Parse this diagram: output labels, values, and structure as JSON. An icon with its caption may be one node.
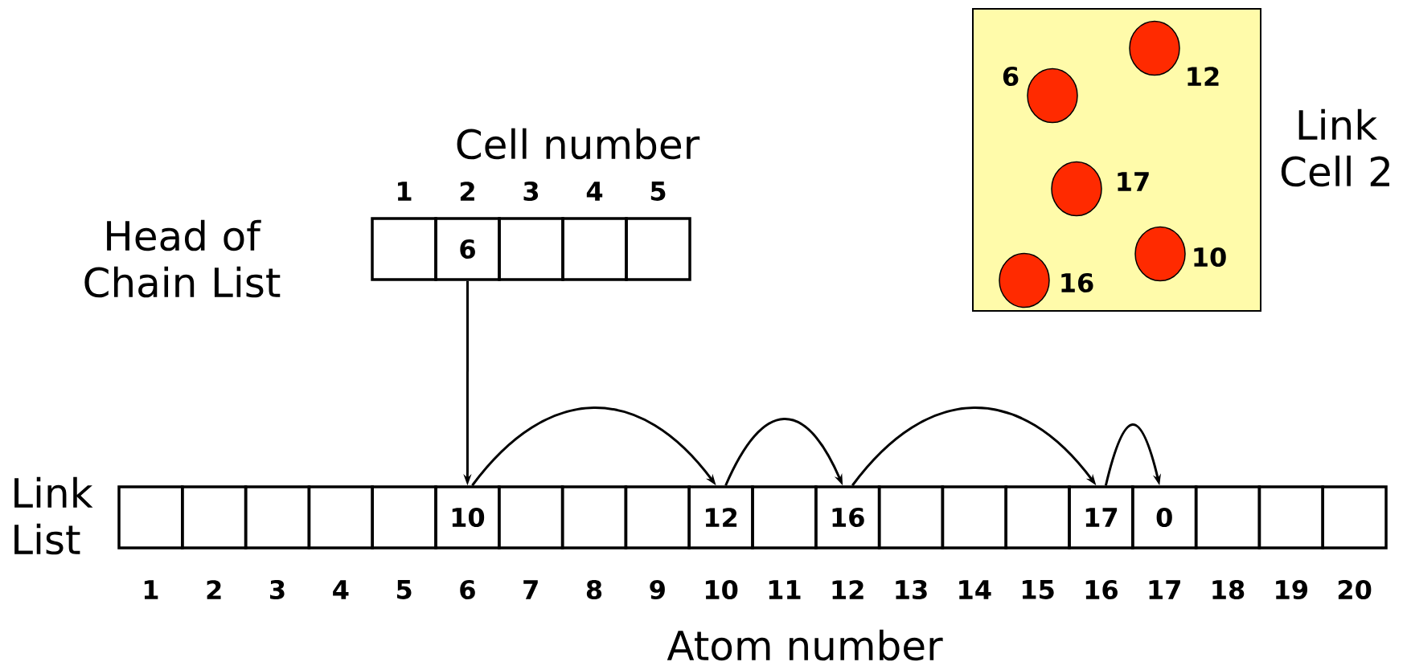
{
  "diagram": {
    "nodes": [
      {
        "text": [
          "Link Cell 2"
        ]
      },
      {
        "text": [],
        "shape": "circle",
        "in": 0,
        "beside": [
          "12"
        ]
      },
      {
        "text": [],
        "shape": "circle",
        "in": 0,
        "beside": [
          "6"
        ]
      },
      {
        "text": [],
        "shape": "circle",
        "in": 0,
        "beside": [
          "17"
        ]
      },
      {
        "text": [],
        "shape": "circle",
        "in": 0,
        "beside": [
          "10"
        ]
      },
      {
        "text": [],
        "shape": "circle",
        "in": 0,
        "beside": [
          "16"
        ]
      },
      {
        "text": [],
        "shape": "box"
      },
      {
        "text": [
          "6"
        ]
      },
      {
        "text": [],
        "shape": "box"
      },
      {
        "text": [],
        "shape": "box"
      },
      {
        "text": [],
        "shape": "box"
      },
      {
        "text": [],
        "shape": "box"
      },
      {
        "text": [],
        "shape": "box"
      },
      {
        "text": [],
        "shape": "box"
      },
      {
        "text": [],
        "shape": "box"
      },
      {
        "text": [],
        "shape": "box"
      },
      {
        "text": [
          "10"
        ]
      },
      {
        "text": [],
        "shape": "box"
      },
      {
        "text": [],
        "shape": "box"
      },
      {
        "text": [],
        "shape": "box"
      },
      {
        "text": [
          "12"
        ]
      },
      {
        "text": [],
        "shape": "box"
      },
      {
        "text": [
          "16"
        ]
      },
      {
        "text": [],
        "shape": "box"
      },
      {
        "text": [],
        "shape": "box"
      },
      {
        "text": [],
        "shape": "box"
      },
      {
        "text": [
          "17"
        ]
      },
      {
        "text": [
          "0"
        ]
      },
      {
        "text": [],
        "shape": "box"
      },
      {
        "text": [],
        "shape": "box"
      },
      {
        "text": [],
        "shape": "box"
      }
    ],
    "edges": [
      {
        "from": 7,
        "to": 16,
        "arrow": "to"
      },
      {
        "from": 16,
        "to": 20,
        "arrow": "to"
      },
      {
        "from": 20,
        "to": 22,
        "arrow": "to"
      },
      {
        "from": 22,
        "to": 26,
        "arrow": "to"
      },
      {
        "from": 26,
        "to": 27,
        "arrow": "to"
      }
    ],
    "labels": [
      "Cell number",
      "1",
      "2",
      "3",
      "4",
      "5",
      "Head of Chain List",
      "Link List",
      "1",
      "2",
      "3",
      "4",
      "5",
      "6",
      "7",
      "8",
      "9",
      "10",
      "11",
      "12",
      "13",
      "14",
      "15",
      "16",
      "17",
      "18",
      "19",
      "20",
      "Atom number"
    ]
  }
}
